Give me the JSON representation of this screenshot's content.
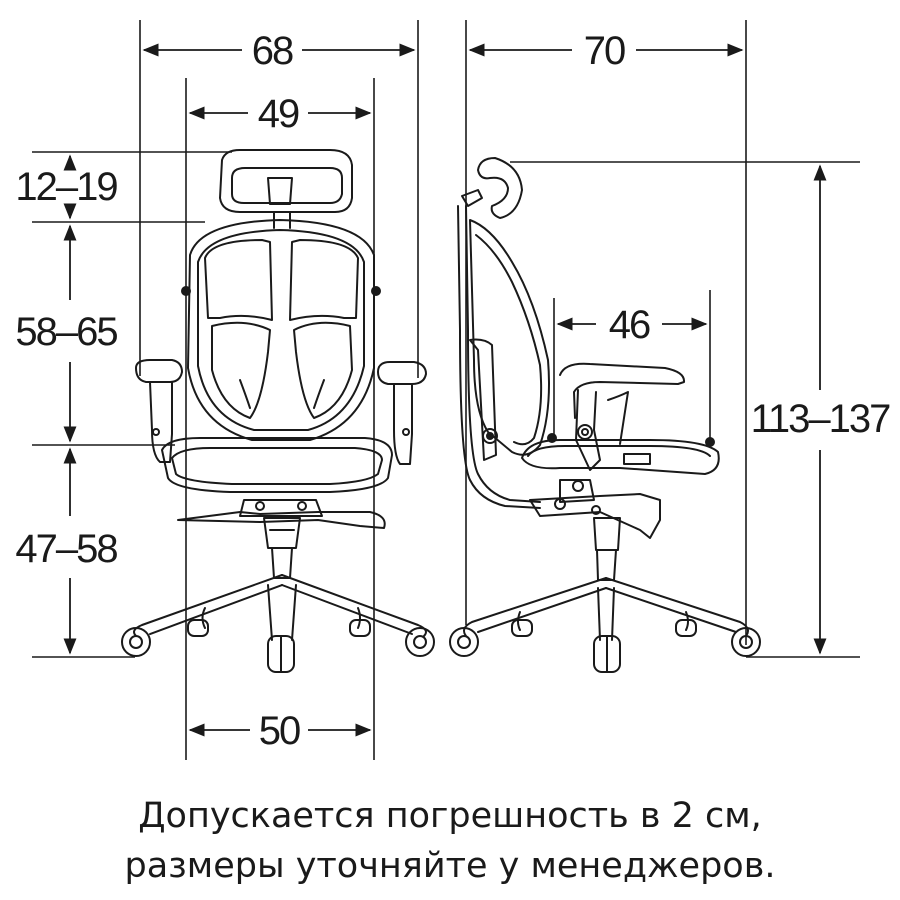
{
  "dimensions": {
    "total_width": "68",
    "back_width": "49",
    "headrest_adjust": "12–19",
    "back_height": "58–65",
    "seat_height": "47–58",
    "base_width": "50",
    "depth": "70",
    "seat_depth": "46",
    "total_height": "113–137"
  },
  "caption": {
    "line1": "Допускается погрешность в 2 см,",
    "line2": "размеры уточняйте у менеджеров."
  },
  "colors": {
    "ink": "#1a1a1a",
    "background": "#ffffff"
  }
}
